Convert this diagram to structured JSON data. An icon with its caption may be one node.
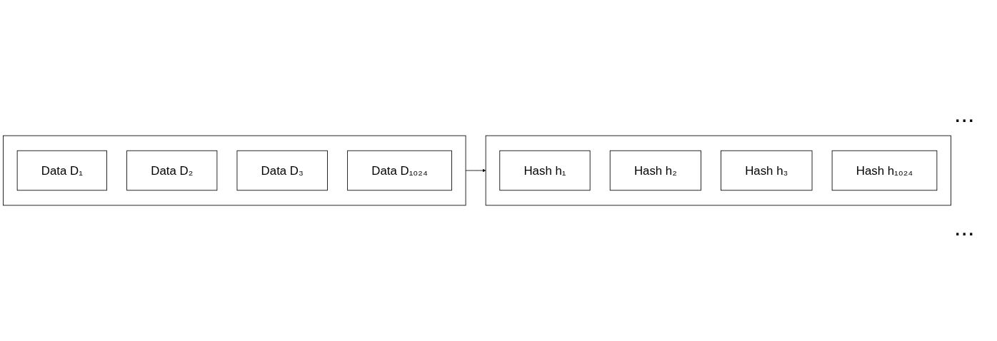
{
  "diagram": {
    "nodes": [
      {
        "text": [],
        "shape": "box"
      },
      {
        "text": [
          "Data D₁"
        ],
        "in": 0
      },
      {
        "text": [
          "Data D₂"
        ],
        "in": 0
      },
      {
        "text": [
          "Data D₃"
        ],
        "in": 0
      },
      {
        "text": [
          "Data D₁₀₂₄"
        ],
        "in": 0
      },
      {
        "text": [],
        "shape": "box"
      },
      {
        "text": [
          "Hash h₁"
        ],
        "in": 5
      },
      {
        "text": [
          "Hash h₂"
        ],
        "in": 5
      },
      {
        "text": [
          "Hash h₃"
        ],
        "in": 5
      },
      {
        "text": [
          "Hash h₁₀₂₄"
        ],
        "in": 5
      }
    ],
    "edges": [
      {
        "from": 0,
        "to": 5,
        "arrow": "to"
      }
    ],
    "labels": [
      "...",
      "..."
    ]
  }
}
